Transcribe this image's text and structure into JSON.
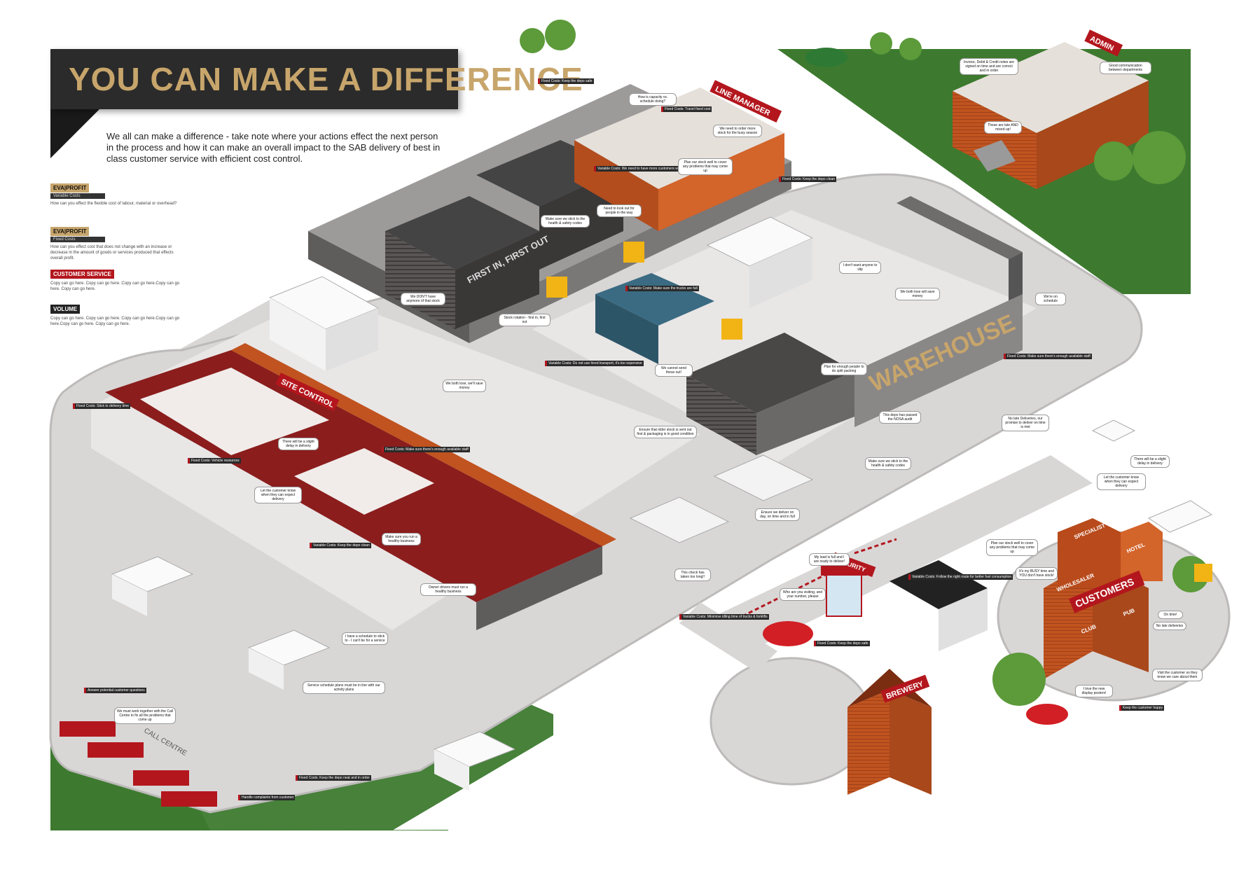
{
  "header": {
    "title": "YOU CAN MAKE A DIFFERENCE",
    "intro": "We all can make a difference - take note where your actions effect the next person in the process and how it can make an overall impact to the SAB delivery of best in class customer service with efficient cost control."
  },
  "legend": [
    {
      "tag": "EVA|PROFIT",
      "sub": "Variable Costs",
      "desc": "How can you effect the flexible cost of labour, material or overhead?",
      "style": "gold"
    },
    {
      "tag": "EVA|PROFIT",
      "sub": "Fixed Costs",
      "desc": "How can you effect cost that does not change with an increase or decrease in the amount of goods or services produced that effects overall profit.",
      "style": "gold"
    },
    {
      "tag": "CUSTOMER SERVICE",
      "sub": "",
      "desc": "Copy can go here. Copy can go here. Copy can go here.Copy can go here. Copy can go here.",
      "style": "red"
    },
    {
      "tag": "VOLUME",
      "sub": "",
      "desc": "Copy can go here. Copy can go here. Copy can go here.Copy can go here.Copy can go here. Copy can go here.",
      "style": "dark"
    }
  ],
  "buildings": {
    "line_manager": "LINE MANAGER",
    "admin": "ADMIN",
    "warehouse": "WAREHOUSE",
    "site_control": "SITE CONTROL",
    "security": "SECURITY",
    "brewery": "BREWERY",
    "customers": "CUSTOMERS",
    "specialist": "SPECIALIST",
    "hotel": "HOTEL",
    "wholesaler": "WHOLESALER",
    "club": "CLUB",
    "pub": "PUB",
    "call_centre": "CALL CENTRE",
    "fifo": "FIRST IN, FIRST OUT"
  },
  "notes": [
    "Fixed Costs: Keep the depo safe",
    "Fixed Costs: Travel fixed cost",
    "Variable Costs: We need to have more customers with their own forklifts",
    "Fixed Costs: Keep the depo clean",
    "Variable Costs: Make sure the trucks are full",
    "Fixed Costs: Stick to delivery time",
    "Fixed Costs: Vehicle resources",
    "Fixed Costs: Make sure there's enough available staff",
    "Variable Costs: Keep the depo clean",
    "Variable Costs: Minimise idling time of trucks & forklifts",
    "Variable Costs: Follow the right route for better fuel consumption",
    "Fixed Costs: Keep the depo safe",
    "Fixed Costs: Keep the depo neat and in order",
    "Variable Costs: Do not use hired transport, it's too expensive",
    "Fixed Costs: Make sure there's enough available staff",
    "Answer potential customer questions",
    "Handle complaints from customer",
    "Keep the customer happy"
  ],
  "bubbles": [
    "How is capacity vs. schedule doing?",
    "We need to order more stock for the busy season",
    "Plan our stock well to cover any problems that may come up",
    "Need to look out for people in the way",
    "Make sure we stick to the health & safety codes",
    "We DON'T have anymore of that stock",
    "Stock rotation - first in, first out",
    "We both lose, we'll save money",
    "I don't want anyone to slip",
    "We both lose will save money",
    "We're on schedule",
    "We cannot send these out!",
    "Ensure that older stock is sent out first & packaging is in good condition",
    "Plan for enough people to do split packing",
    "This depo has passed the NOSA audit",
    "Make sure we stick to the health & safety codes",
    "No late Deliveries, our promise to deliver on time is met",
    "There will be a slight delay in delivery",
    "Let the customer know when they can expect delivery",
    "Invoice, Debit & Credit notes are signed on time and are correct and in order",
    "Good communication between departments",
    "These are late AND mixed up!",
    "There will be a slight delay in delivery",
    "Let the customer know when they can expect delivery",
    "Make sure you run a healthy business",
    "Owner drivers must run a healthy business",
    "Ensure we deliver on day, on time and in full",
    "My load is full and I are ready to deliver!",
    "This check has taken too long!!",
    "Who are you visiting, and your number, please",
    "Plan our stock well to cover any problems that may come up",
    "It's my BUSY time and YOU don't have stock!",
    "On time!",
    "No late deliveries",
    "Visit the customer so they know we care about them",
    "I love the new display posters!",
    "I have a schedule to stick to - I can't be for a service",
    "Service schedule plans must be in line with our activity plans",
    "We must work together with the Call Centre to fix all the problems that come up"
  ],
  "colors": {
    "road": "#d9d6d6",
    "road_edge": "#bdbaba",
    "grass": "#3d7a2f",
    "brick": "#c0531f",
    "brick_dark": "#8e3413",
    "accent_red": "#b3161d",
    "gold": "#c7a56b",
    "dark_panel": "#2b2b2b",
    "warehouse_grey": "#6b6868"
  }
}
